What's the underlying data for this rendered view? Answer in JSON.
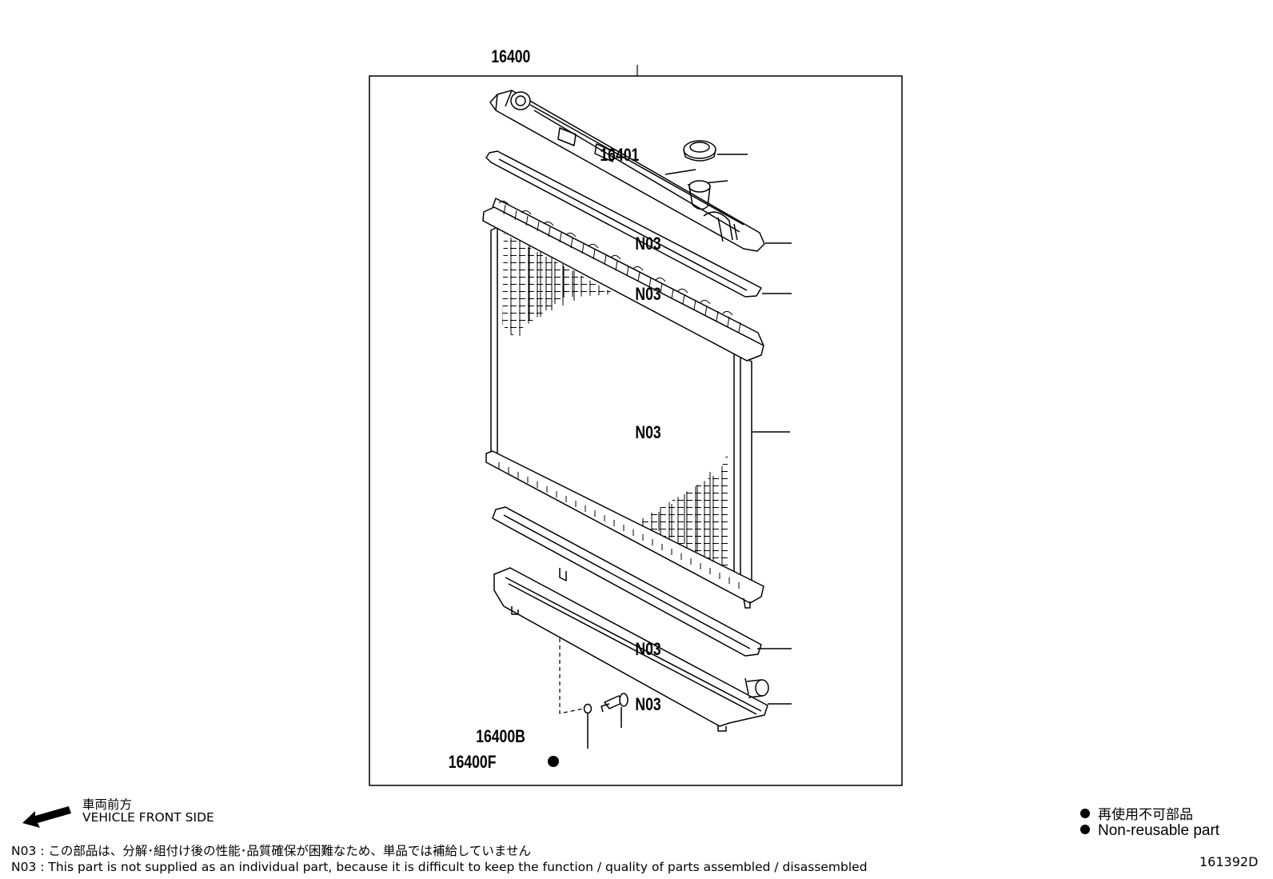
{
  "diagram": {
    "parts": {
      "assembly": "16400",
      "cap": "16401",
      "drain_cock": "16400B",
      "drain_gasket": "16400F"
    },
    "n03_label": "N03",
    "non_reusable_marker": "●"
  },
  "orientation": {
    "jp": "車両前方",
    "en": "VEHICLE FRONT SIDE"
  },
  "legend": {
    "jp": "再使用不可部品",
    "en": "Non-reusable part"
  },
  "notes": {
    "jp": "N03 : この部品は、分解･組付け後の性能･品質確保が困難なため、単品では補給していません",
    "en": "N03 : This part is not supplied as an individual part, because it is difficult to keep the function / quality of parts  assembled / disassembled"
  },
  "figure_id": "161392D"
}
